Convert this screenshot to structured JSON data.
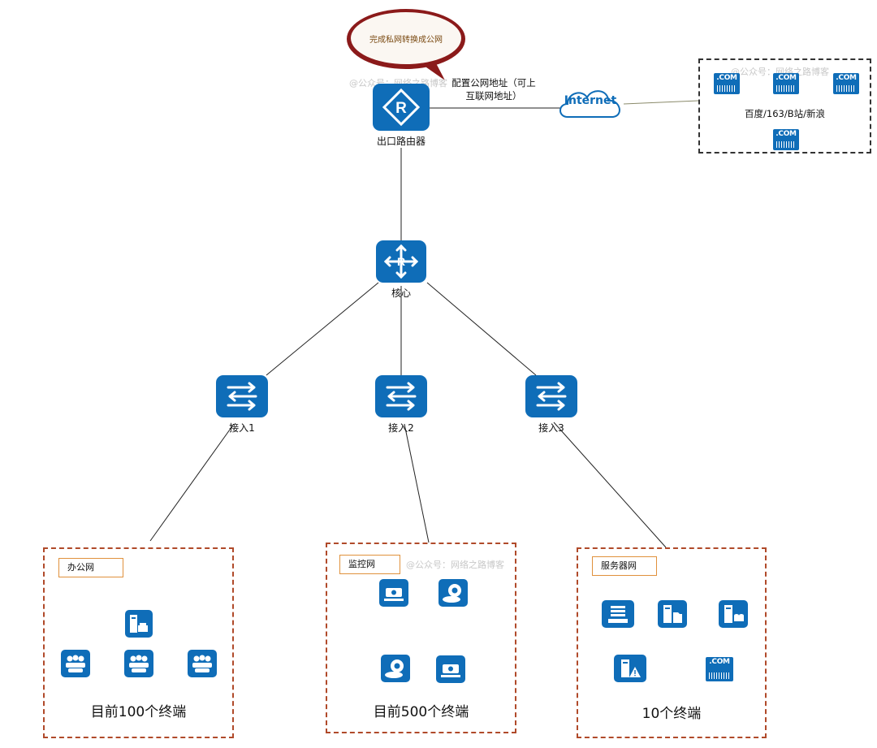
{
  "bubble": {
    "text": "完成私网转换成公网"
  },
  "callout": {
    "line1": "配置公网地址（可上",
    "line2": "互联网地址）"
  },
  "watermarks": [
    "@公众号：网络之路博客",
    "@公众号：网络之路博客",
    "@公众号：网络之路博客"
  ],
  "router": {
    "label": "出口路由器",
    "icon": "router-icon"
  },
  "internet": {
    "label": "Internet",
    "icon": "cloud-icon"
  },
  "sites": {
    "caption": "百度/163/B站/新浪",
    "com_label": ".COM"
  },
  "core": {
    "label": "核心",
    "icon": "core-switch-icon"
  },
  "access": [
    {
      "label": "接入1"
    },
    {
      "label": "接入2"
    },
    {
      "label": "接入3"
    }
  ],
  "zones": [
    {
      "title": "办公网",
      "count": "目前100个终端"
    },
    {
      "title": "监控网",
      "count": "目前500个终端"
    },
    {
      "title": "服务器网",
      "count": "10个终端"
    }
  ],
  "colors": {
    "device_blue": "#0f6db8",
    "zone_border": "#b04a2a",
    "title_border": "#e0913c",
    "bubble_fill": "#8b1a1a"
  }
}
